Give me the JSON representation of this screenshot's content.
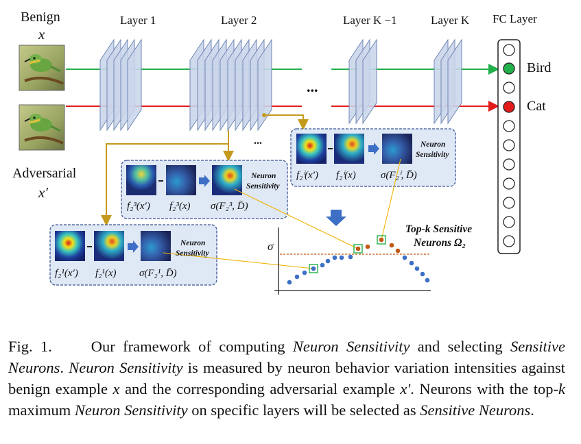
{
  "inputs": {
    "benign_label": "Benign",
    "benign_var": "x",
    "adversarial_label": "Adversarial",
    "adversarial_var": "x′"
  },
  "layers": {
    "layer1": "Layer 1",
    "layer2": "Layer 2",
    "layer_k_minus_1": "Layer K −1",
    "layer_k": "Layer K",
    "fc": "FC Layer",
    "ellipsis": "...",
    "ellipsis_small": "..."
  },
  "outputs": {
    "bird": "Bird",
    "cat": "Cat"
  },
  "panels": {
    "top": {
      "neuron_label": "Neuron",
      "sensitivity_label": "Sensitivity",
      "f_adv": "f₂ⁱ(x′)",
      "f_ben": "f₂ⁱ(x)",
      "sigma": "σ(F₂ⁱ, D̄)"
    },
    "middle": {
      "neuron_label": "Neuron",
      "sensitivity_label": "Sensitivity",
      "f_adv": "f₂³(x′)",
      "f_ben": "f₂³(x)",
      "sigma": "σ(F₂³, D̄)"
    },
    "bottom": {
      "neuron_label": "Neuron",
      "sensitivity_label": "Sensitivity",
      "f_adv": "f₂¹(x′)",
      "f_ben": "f₂¹(x)",
      "sigma": "σ(F₂¹, D̄)"
    }
  },
  "plot": {
    "ylabel": "σ",
    "topk_line1": "Top-k Sensitive",
    "topk_line2": "Neurons Ω₂"
  },
  "caption": {
    "fig": "Fig. 1.",
    "p1": "Our framework of computing ",
    "i1": "Neuron Sensitivity",
    "p2": " and selecting ",
    "i2": "Sensitive Neurons",
    "p3": ". ",
    "i3": "Neuron Sensitivity",
    "p4": " is measured by neuron behavior variation intensities against benign example ",
    "i4": "x",
    "p5": " and the corresponding adversarial example ",
    "i5": "x′",
    "p6": ". Neurons with the top-",
    "i6": "k",
    "p7": " maximum ",
    "i7": "Neuron Sensitivity",
    "p8": " on specific layers will be selected as ",
    "i8": "Sensitive Neurons",
    "p9": "."
  },
  "colors": {
    "layer_fill": "#c9d5ea",
    "layer_edge": "#6f86b4",
    "panel_fill": "#dfe8f5",
    "panel_border": "#3b5592",
    "arrow_gold": "#c49a1c",
    "green_path": "#22b04b",
    "red_path": "#e21b1b",
    "blue_dot": "#3e6fc7",
    "orange_dot": "#c25a16",
    "topk_line": "#c25a16",
    "guide_line": "#f0b400"
  }
}
